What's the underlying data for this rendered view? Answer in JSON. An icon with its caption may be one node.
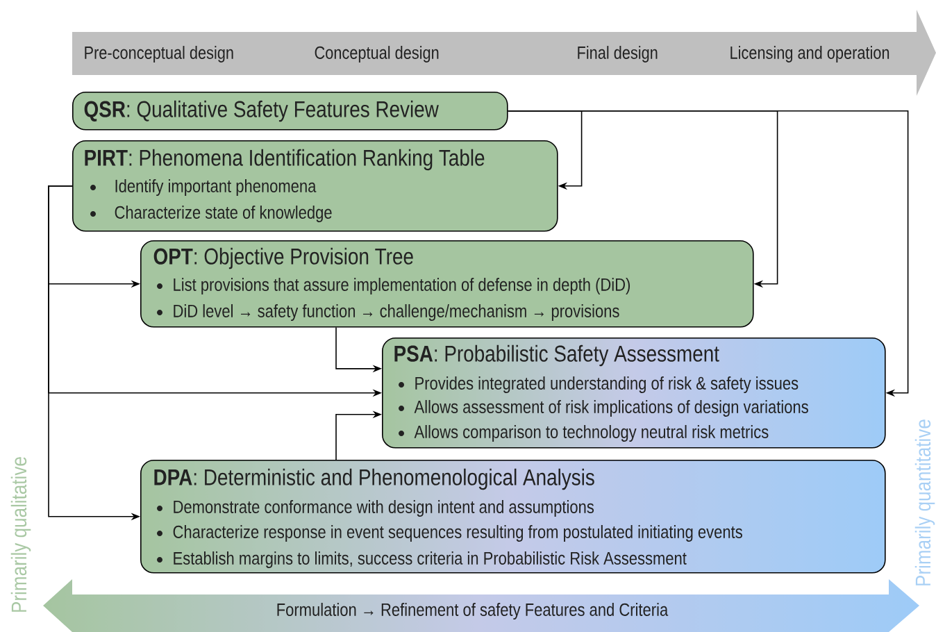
{
  "diagram": {
    "nodes": [
      {
        "text": [
          "Pre-conceptual design",
          "Conceptual design",
          "Final design",
          "Licensing and operation"
        ]
      },
      {
        "text": [
          "**QSR**: Qualitative Safety Features Review"
        ]
      },
      {
        "text": [
          "**PIRT**: Phenomena Identification Ranking Table",
          "Identify important phenomena",
          "Characterize state of knowledge"
        ]
      },
      {
        "text": [
          "**OPT**: Objective Provision Tree",
          "List provisions that assure implementation of defense in depth (DiD)",
          "DiD level → safety function → challenge/mechanism → provisions"
        ]
      },
      {
        "text": [
          "**PSA**: Probabilistic Safety Assessment",
          "Provides integrated understanding of risk & safety issues",
          "Allows assessment of risk implications of design variations",
          "Allows comparison to technology neutral risk metrics"
        ]
      },
      {
        "text": [
          "**DPA**: Deterministic and Phenomenological Analysis",
          "Demonstrate conformance with design intent and assumptions",
          "Characterize response in event sequences resulting from postulated initiating events",
          "Establish margins to limits, success criteria in Probabilistic Risk Assessment"
        ]
      },
      {
        "text": [
          "Formulation → Refinement of safety Features and Criteria"
        ]
      }
    ],
    "edges": [
      {
        "from": 1,
        "to": 2,
        "arrow": "to"
      },
      {
        "from": 1,
        "to": 3,
        "arrow": "to"
      },
      {
        "from": 1,
        "to": 4,
        "arrow": "to"
      },
      {
        "from": 2,
        "to": 3,
        "arrow": "to"
      },
      {
        "from": 2,
        "to": 4,
        "arrow": "to"
      },
      {
        "from": 2,
        "to": 5,
        "arrow": "to"
      },
      {
        "from": 3,
        "to": 4,
        "arrow": "to"
      },
      {
        "from": 5,
        "to": 4,
        "arrow": "to"
      }
    ],
    "labels": [
      "Primarily qualitative",
      "Primarily quantitative"
    ]
  }
}
